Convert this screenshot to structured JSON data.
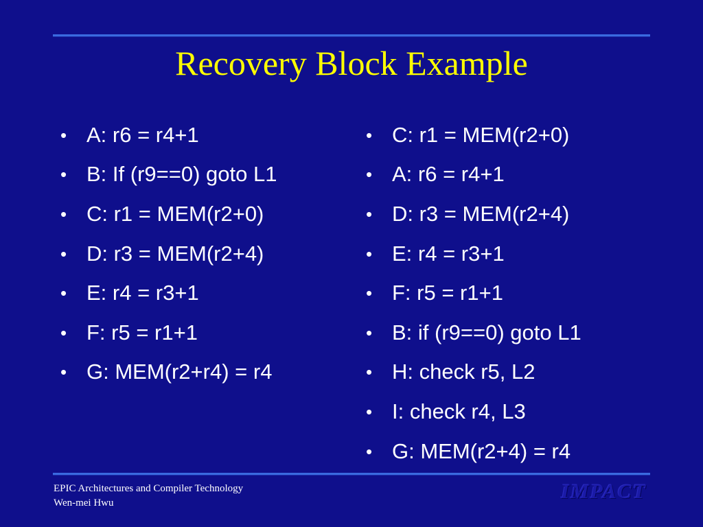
{
  "slide": {
    "title": "Recovery Block Example",
    "bullet_glyph": "•",
    "left_column": [
      "A: r6 = r4+1",
      "B: If (r9==0) goto L1",
      "C: r1 = MEM(r2+0)",
      "D: r3 = MEM(r2+4)",
      "E: r4 = r3+1",
      "F: r5 = r1+1",
      "G: MEM(r2+r4) = r4"
    ],
    "right_column": [
      "C: r1 = MEM(r2+0)",
      "A: r6 = r4+1",
      "D: r3 = MEM(r2+4)",
      "E: r4 = r3+1",
      "F: r5 = r1+1",
      "B: if (r9==0) goto L1",
      "H: check r5, L2",
      "I: check r4, L3",
      "G: MEM(r2+4) = r4"
    ]
  },
  "footer": {
    "line1": "EPIC Architectures and Compiler Technology",
    "line2": "Wen-mei Hwu",
    "logo_text": "IMPACT"
  },
  "colors": {
    "background": "#0f0f8c",
    "title": "#ffff00",
    "text": "#ffffff",
    "rule": "#3a6ae0"
  }
}
